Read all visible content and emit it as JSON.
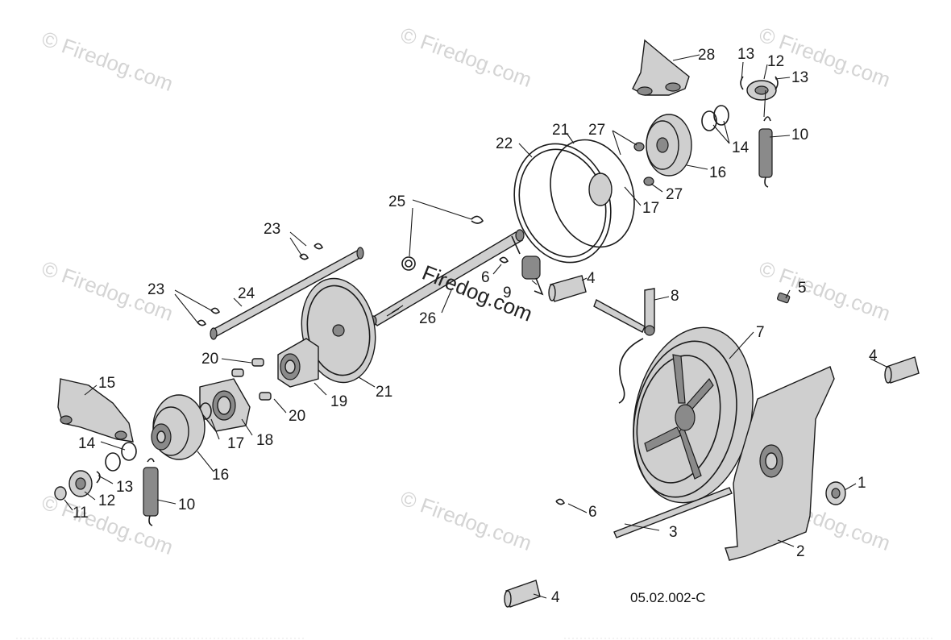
{
  "diagram": {
    "code": "05.02.002-C",
    "center_watermark": "Firedog.com",
    "watermark_text": "© Firedog.com",
    "callouts": [
      "1",
      "2",
      "3",
      "4",
      "4",
      "4",
      "5",
      "6",
      "6",
      "7",
      "8",
      "9",
      "10",
      "10",
      "11",
      "12",
      "12",
      "13",
      "13",
      "13",
      "14",
      "14",
      "15",
      "16",
      "16",
      "17",
      "17",
      "18",
      "19",
      "20",
      "20",
      "21",
      "21",
      "22",
      "23",
      "23",
      "24",
      "25",
      "26",
      "27",
      "27",
      "28"
    ]
  }
}
